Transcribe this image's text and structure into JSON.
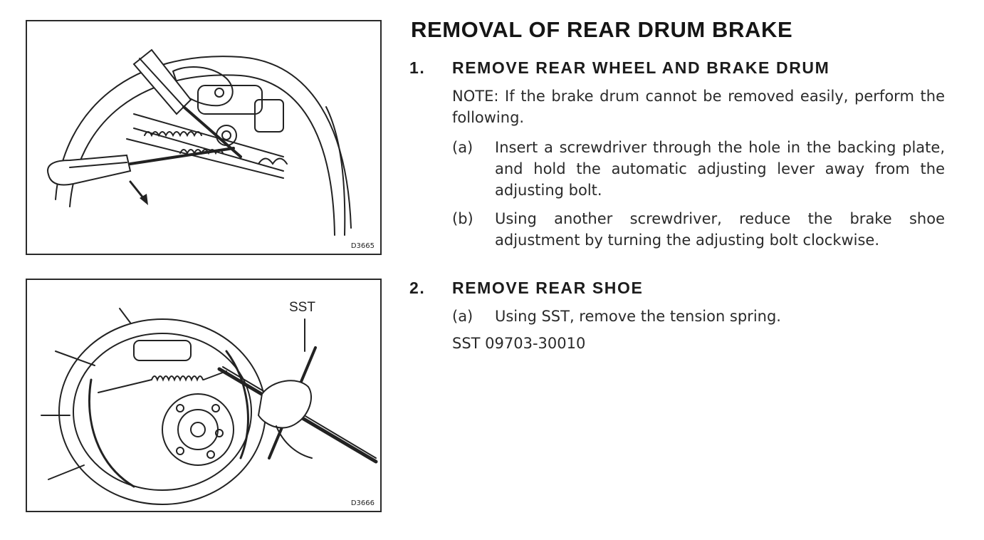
{
  "figures": {
    "fig1": {
      "code": "D3665"
    },
    "fig2": {
      "code": "D3666",
      "sst_label": "SST"
    }
  },
  "document": {
    "title": "REMOVAL OF REAR DRUM BRAKE",
    "step1": {
      "number": "1.",
      "heading": "REMOVE REAR WHEEL AND BRAKE DRUM",
      "note": "NOTE:  If the brake drum cannot be removed easily, perform the following.",
      "sub_a": {
        "letter": "(a)",
        "text": "Insert a screwdriver through the hole in the backing plate, and hold the automatic adjusting lever away from the adjusting bolt."
      },
      "sub_b": {
        "letter": "(b)",
        "text": "Using another screwdriver, reduce the brake shoe adjustment by turning the adjusting bolt clockwise."
      }
    },
    "step2": {
      "number": "2.",
      "heading": "REMOVE REAR SHOE",
      "sub_a": {
        "letter": "(a)",
        "text": "Using SST, remove the tension spring."
      },
      "sst": "SST 09703-30010"
    }
  }
}
